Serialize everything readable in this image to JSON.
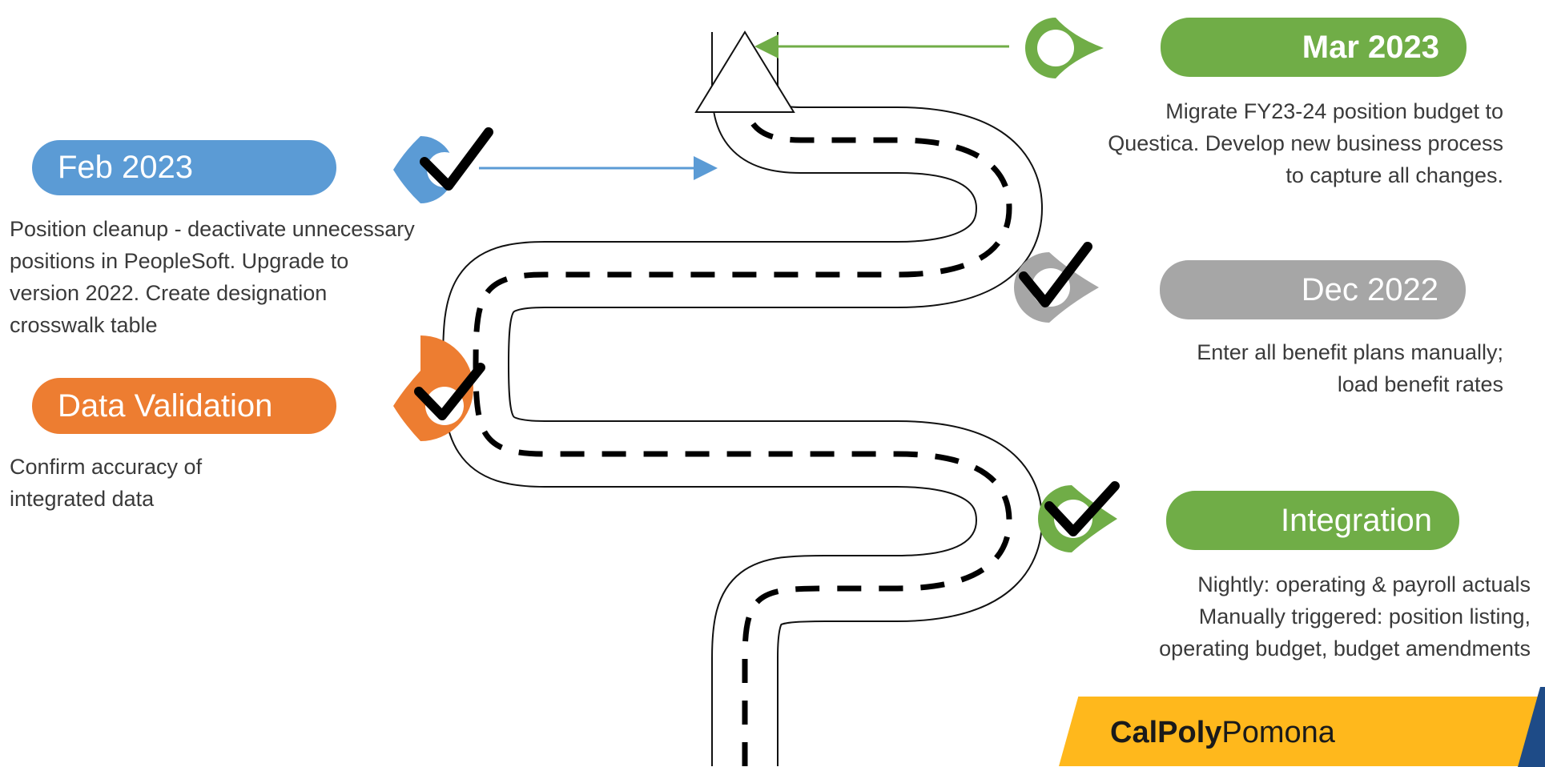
{
  "milestones": {
    "mar": {
      "label": "Mar 2023",
      "desc": "Migrate FY23-24 position budget  to\nQuestica. Develop new business process\nto capture all changes.",
      "color": "#70ad47"
    },
    "dec": {
      "label": "Dec 2022",
      "desc": "Enter all benefit plans manually;\nload benefit rates",
      "color": "#a6a6a6"
    },
    "integration": {
      "label": "Integration",
      "desc": "Nightly: operating & payroll actuals\nManually triggered: position listing,\noperating budget, budget amendments",
      "color": "#70ad47"
    },
    "feb": {
      "label": "Feb 2023",
      "desc": "Position cleanup - deactivate unnecessary\npositions in PeopleSoft. Upgrade to\nversion 2022. Create designation\ncrosswalk table",
      "color": "#5b9bd5"
    },
    "validation": {
      "label": "Data Validation",
      "desc": "Confirm accuracy of\nintegrated data",
      "color": "#ed7d31"
    }
  },
  "logo": {
    "bold": "CalPoly",
    "regular": "Pomona",
    "band_color": "#ffb81c",
    "accent_color": "#1e4b87"
  },
  "icons": {
    "marker": "map-pin-icon",
    "check": "checkmark-icon"
  }
}
